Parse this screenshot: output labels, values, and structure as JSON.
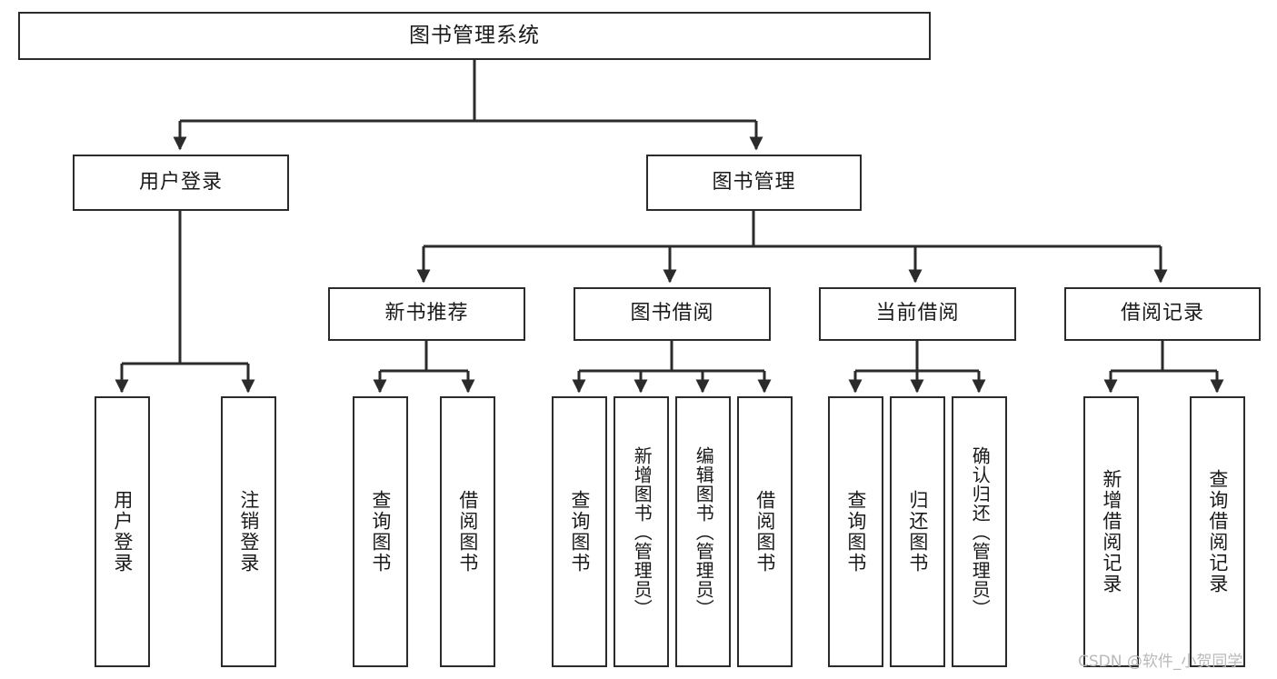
{
  "diagram": {
    "title": "图书管理系统",
    "type": "tree-hierarchy",
    "root": {
      "label": "图书管理系统"
    },
    "level1": [
      {
        "label": "用户登录"
      },
      {
        "label": "图书管理"
      }
    ],
    "level2": [
      {
        "label": "新书推荐"
      },
      {
        "label": "图书借阅"
      },
      {
        "label": "当前借阅"
      },
      {
        "label": "借阅记录"
      }
    ],
    "leaves": {
      "user_login": [
        {
          "label": "用户登录"
        },
        {
          "label": "注销登录"
        }
      ],
      "new_book_recommend": [
        {
          "label": "查询图书"
        },
        {
          "label": "借阅图书"
        }
      ],
      "book_borrow": [
        {
          "label": "查询图书"
        },
        {
          "label": "新增图书（管理员）"
        },
        {
          "label": "编辑图书（管理员）"
        },
        {
          "label": "借阅图书"
        }
      ],
      "current_borrow": [
        {
          "label": "查询图书"
        },
        {
          "label": "归还图书"
        },
        {
          "label": "确认归还（管理员）"
        }
      ],
      "borrow_record": [
        {
          "label": "新增借阅记录"
        },
        {
          "label": "查询借阅记录"
        }
      ]
    }
  },
  "watermark": {
    "text": "CSDN @软件_小贺同学"
  },
  "colors": {
    "border": "#2b2b2b",
    "background": "#ffffff",
    "text": "#1a1a1a",
    "watermark": "#b9b9b9"
  }
}
